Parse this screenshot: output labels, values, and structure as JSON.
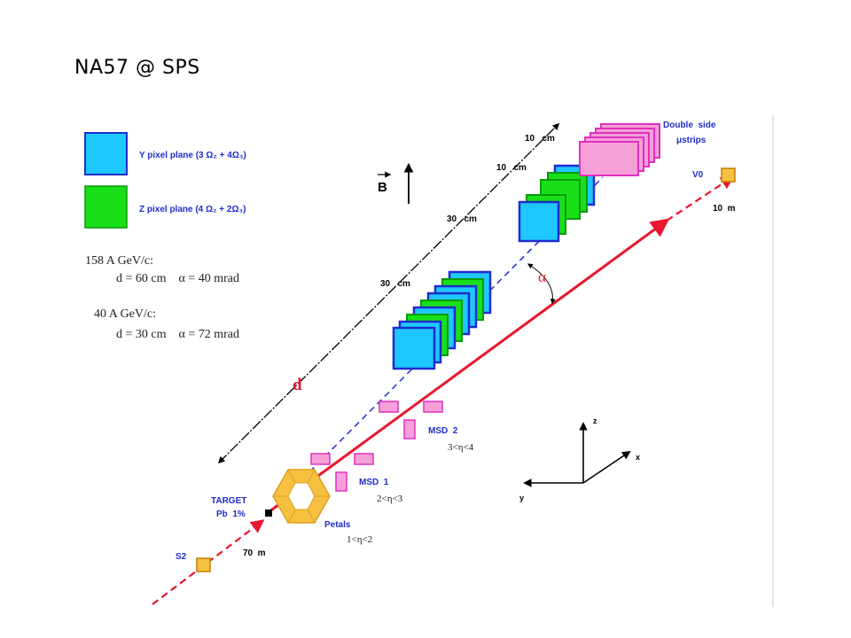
{
  "title": "NA57 @ SPS",
  "legend": {
    "y_plane": "Y pixel plane   (3 Ω₂  +  4Ω₃)",
    "z_plane": "Z pixel plane   (4 Ω₂  +  2Ω₃)",
    "y_color": "#1ec8ff",
    "z_color": "#18e018"
  },
  "conditions": [
    {
      "energy": "158 A GeV/c:",
      "params": "d = 60 cm    α = 40 mrad"
    },
    {
      "energy": "40 A GeV/c:",
      "params": "d = 30 cm    α = 72 mrad"
    }
  ],
  "labels": {
    "double_side_1": "Double  side",
    "double_side_2": "μstrips",
    "v0": "V0",
    "v0_dist": "10  m",
    "b_field": "B",
    "dist_10cm_a": "10   cm",
    "dist_10cm_b": "10   cm",
    "dist_30cm_a": "30   cm",
    "dist_30cm_b": "30   cm",
    "alpha": "α",
    "d": "d",
    "msd2": "MSD  2",
    "msd2_range": "3<η<4",
    "msd1": "MSD  1",
    "msd1_range": "2<η<3",
    "target_1": "TARGET",
    "target_2": "Pb  1%",
    "petals": "Petals",
    "petals_range": "1<η<2",
    "s2": "S2",
    "s2_dist": "70  m",
    "axis_z": "z",
    "axis_x": "x",
    "axis_y": "y"
  },
  "colors": {
    "beam": "#e8162e",
    "dashed_line": "#2a3ad8",
    "msd": "#f7a0d8",
    "petal": "#f7c040",
    "label_blue": "#1f2ccc"
  }
}
